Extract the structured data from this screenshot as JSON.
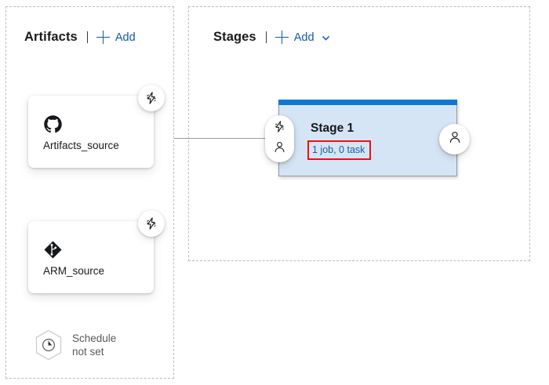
{
  "artifacts": {
    "title": "Artifacts",
    "add_label": "Add",
    "add_icon": "plus-icon",
    "cards": [
      {
        "label": "Artifacts_source",
        "icon": "github-icon",
        "badge_icon": "lightning-bolt-icon"
      },
      {
        "label": "ARM_source",
        "icon": "azure-repos-git-icon",
        "badge_icon": "lightning-bolt-icon"
      }
    ],
    "schedule": {
      "icon": "clock-hexagon-icon",
      "line1": "Schedule",
      "line2": "not set"
    }
  },
  "stages": {
    "title": "Stages",
    "add_label": "Add",
    "add_icon": "plus-icon",
    "chevron_icon": "chevron-down-icon",
    "cards": [
      {
        "name": "Stage 1",
        "meta": "1 job, 0 task",
        "pre_icons": [
          "lightning-bolt-icon",
          "person-icon"
        ],
        "post_icons": [
          "person-icon"
        ],
        "highlighted": true
      }
    ]
  },
  "colors": {
    "link_blue": "#0f5aa8",
    "stage_bar_blue": "#0f78d4",
    "stage_body_blue": "#d6e5f5",
    "meta_blue": "#16609e",
    "highlight_red": "#ee1111",
    "panel_dash": "#bdbdbd",
    "muted_text": "#5a5a5a"
  }
}
